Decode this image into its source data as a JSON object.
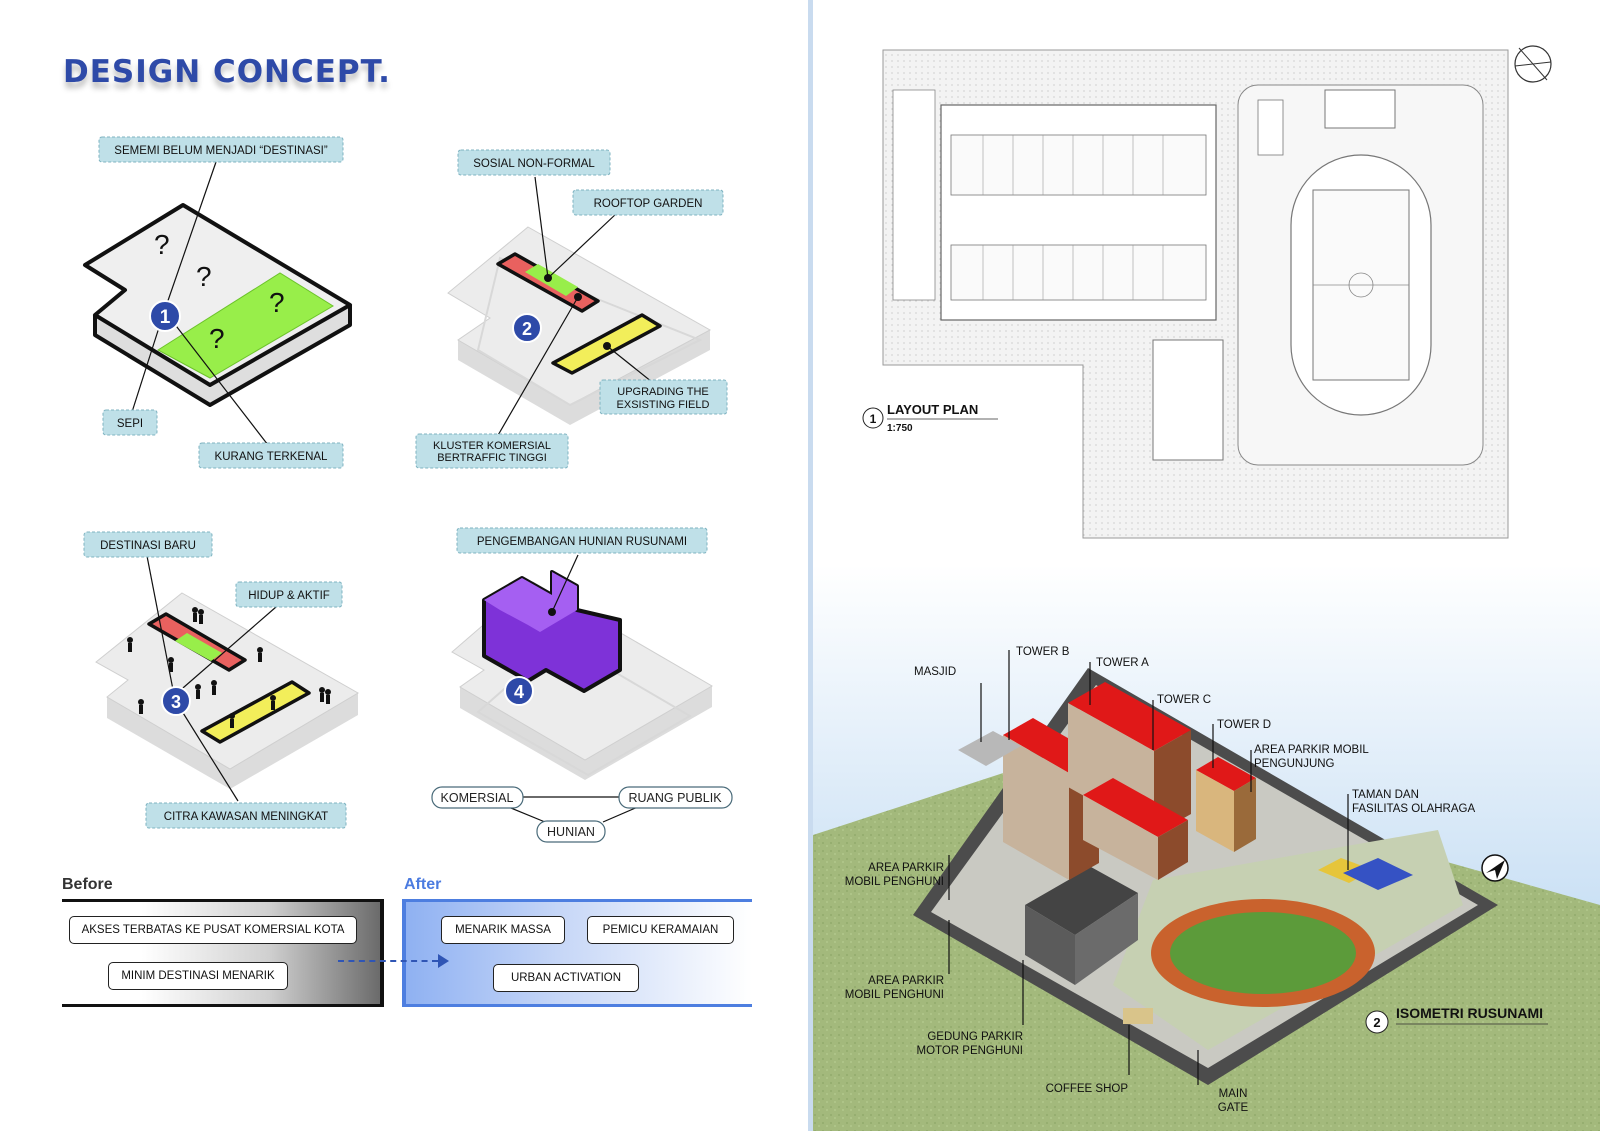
{
  "title": "DESIGN CONCEPT.",
  "concepts": {
    "c1": {
      "number": "1",
      "labels": {
        "top": "SEMEMI BELUM MENJADI “DESTINASI”",
        "sepi": "SEPI",
        "kurang": "KURANG TERKENAL"
      },
      "question_marks": [
        "?",
        "?",
        "?",
        "?"
      ]
    },
    "c2": {
      "number": "2",
      "labels": {
        "sosial": "SOSIAL NON-FORMAL",
        "rooftop": "ROOFTOP GARDEN",
        "upgrading_1": "UPGRADING THE",
        "upgrading_2": "EXSISTING FIELD",
        "kluster_1": "KLUSTER KOMERSIAL",
        "kluster_2": "BERTRAFFIC TINGGI"
      }
    },
    "c3": {
      "number": "3",
      "labels": {
        "destinasi": "DESTINASI BARU",
        "hidup": "HIDUP & AKTIF",
        "citra": "CITRA KAWASAN MENINGKAT"
      }
    },
    "c4": {
      "number": "4",
      "labels": {
        "pengembangan": "PENGEMBANGAN HUNIAN RUSUNAMI"
      },
      "relations": {
        "komersial": "KOMERSIAL",
        "ruang_publik": "RUANG PUBLIK",
        "hunian": "HUNIAN"
      }
    }
  },
  "before_after": {
    "before_title": "Before",
    "after_title": "After",
    "before_items": [
      "AKSES TERBATAS KE PUSAT KOMERSIAL KOTA",
      "MINIM DESTINASI MENARIK"
    ],
    "after_items": [
      "MENARIK MASSA",
      "PEMICU KERAMAIAN",
      "URBAN ACTIVATION"
    ]
  },
  "layout_plan": {
    "number": "1",
    "title": "LAYOUT PLAN",
    "scale": "1:750"
  },
  "isometric": {
    "number": "2",
    "title": "ISOMETRI RUSUNAMI",
    "labels": {
      "masjid": "MASJID",
      "tower_b": "TOWER B",
      "tower_a": "TOWER A",
      "tower_c": "TOWER C",
      "tower_d": "TOWER D",
      "parkir_pengunjung_1": "AREA PARKIR MOBIL",
      "parkir_pengunjung_2": "PENGUNJUNG",
      "taman_1": "TAMAN DAN",
      "taman_2": "FASILITAS OLAHRAGA",
      "parkir_penghuni_a_1": "AREA PARKIR",
      "parkir_penghuni_a_2": "MOBIL PENGHUNI",
      "parkir_penghuni_b_1": "AREA PARKIR",
      "parkir_penghuni_b_2": "MOBIL PENGHUNI",
      "gedung_1": "GEDUNG PARKIR",
      "gedung_2": "MOTOR PENGHUNI",
      "coffee": "COFFEE SHOP",
      "gate_1": "MAIN",
      "gate_2": "GATE"
    }
  },
  "colors": {
    "accent_blue": "#2e4aa8",
    "label_fill": "#bfe0e8",
    "green": "#98ee4a",
    "red": "#e9615f",
    "yellow": "#f2ee5a",
    "purple": "#9b4cf0"
  }
}
